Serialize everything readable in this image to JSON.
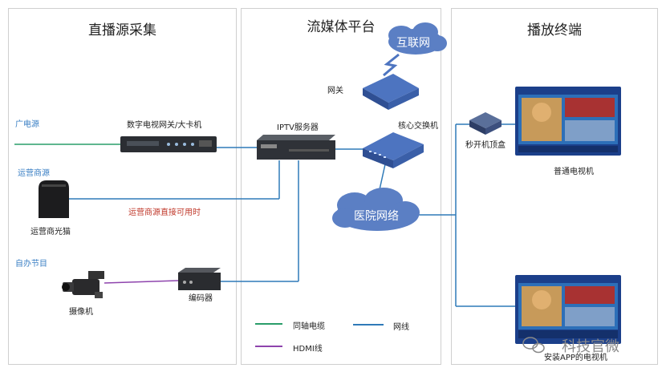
{
  "panels": {
    "left_title": "直播源采集",
    "middle_title": "流媒体平台",
    "right_title": "播放终端"
  },
  "sources": {
    "broadcast": "广电源",
    "operator": "运营商源",
    "self_made": "自办节目"
  },
  "devices": {
    "gateway_card": "数字电视网关/大卡机",
    "optical_modem": "运营商光猫",
    "camera": "摄像机",
    "encoder": "编码器",
    "iptv_server": "IPTV服务器",
    "gateway": "网关",
    "core_switch": "核心交换机",
    "settop_box": "秒开机顶盒",
    "normal_tv": "普通电视机",
    "app_tv": "安装APP的电视机"
  },
  "clouds": {
    "internet": "互联网",
    "hospital_network": "医院网络"
  },
  "notes": {
    "operator_direct": "运营商源直接可用时"
  },
  "legend": {
    "coax": "同轴电缆",
    "network": "网线",
    "hdmi": "HDMI线"
  },
  "watermark": "科技官微",
  "colors": {
    "coax": "#2a9d6a",
    "network": "#2f7ab8",
    "hdmi": "#8e44ad",
    "device_blue": "#3a5fa8",
    "cloud": "#5b7fc4"
  }
}
